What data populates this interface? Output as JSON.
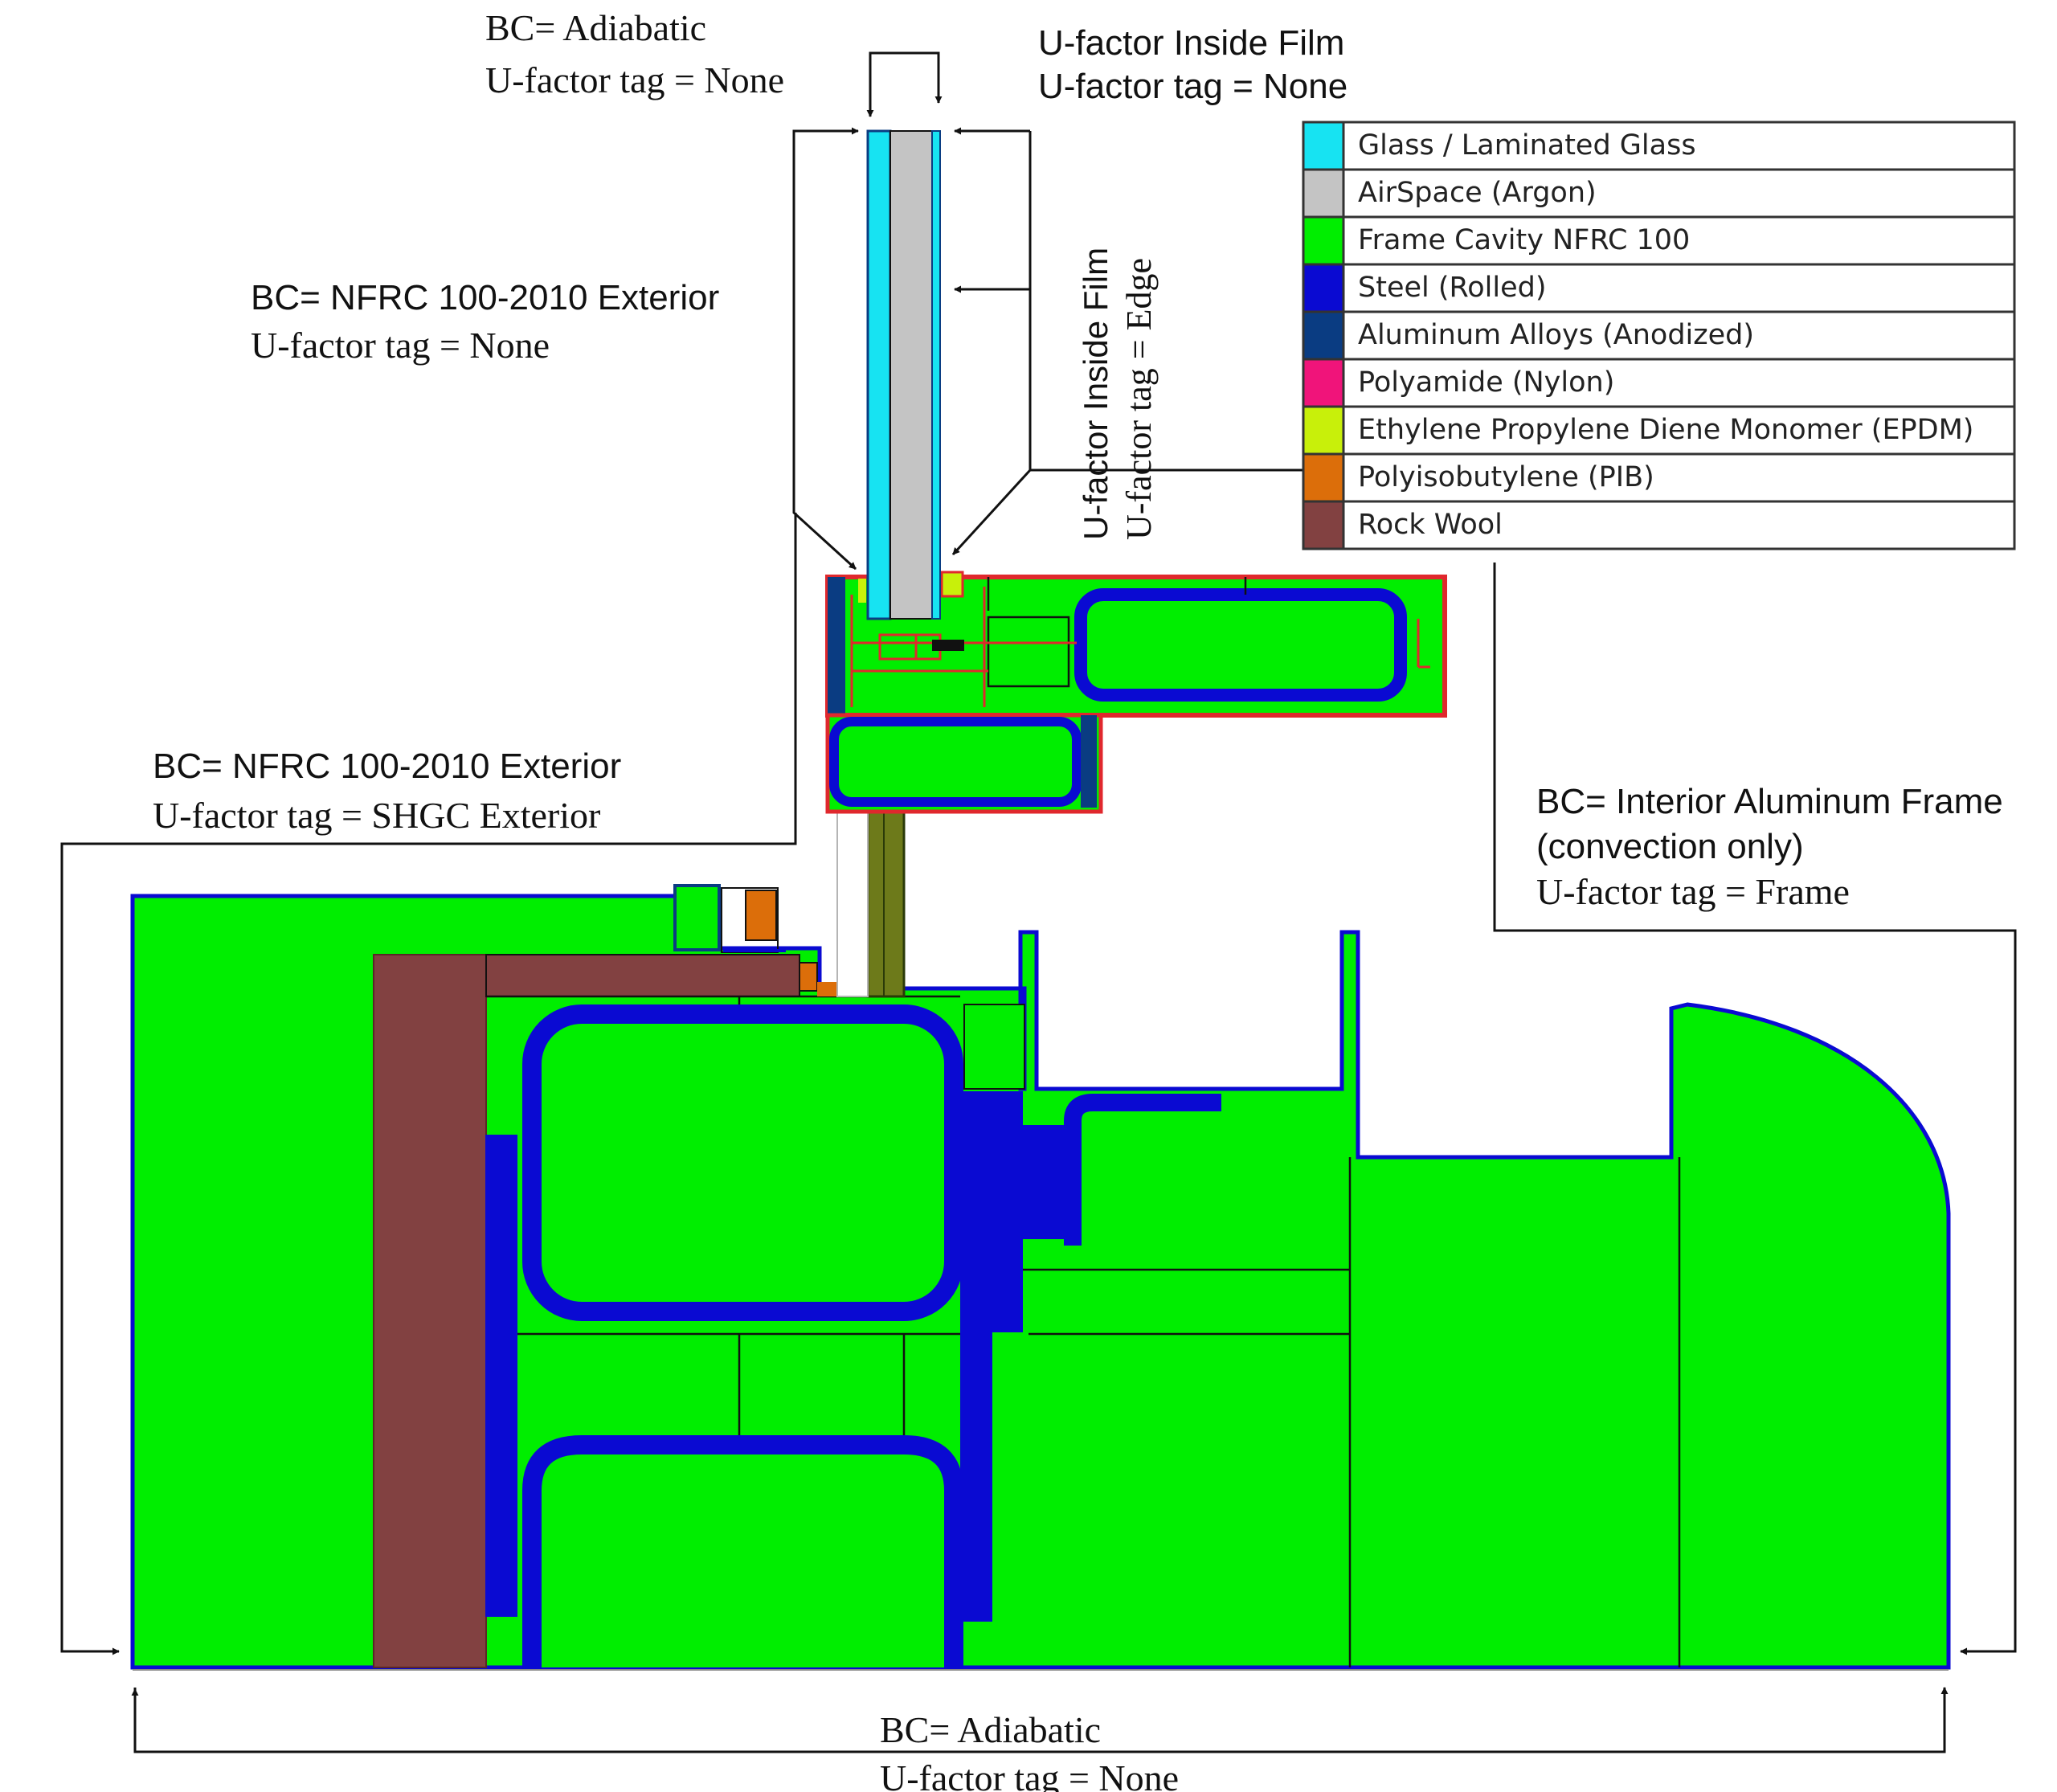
{
  "labels": {
    "top_adiabatic_bc": "BC= Adiabatic",
    "top_adiabatic_tag": "U-factor tag = None",
    "inside_film_top_bc": "U-factor Inside Film",
    "inside_film_top_tag": "U-factor tag = None",
    "exterior_glass_bc": "BC= NFRC 100-2010 Exterior",
    "exterior_glass_tag": "U-factor tag = None",
    "inside_film_edge_bc": "U-factor Inside Film",
    "inside_film_edge_tag": "U-factor tag = Edge",
    "exterior_frame_bc": "BC= NFRC 100-2010 Exterior",
    "exterior_frame_tag": "U-factor tag = SHGC Exterior",
    "interior_frame_bc": "BC= Interior Aluminum Frame",
    "interior_frame_note": "(convection only)",
    "interior_frame_tag": "U-factor tag = Frame",
    "bottom_adiabatic_bc": "BC= Adiabatic",
    "bottom_adiabatic_tag": "U-factor tag = None"
  },
  "legend": [
    {
      "label": "Glass / Laminated Glass",
      "color": "#17e3f2"
    },
    {
      "label": "AirSpace (Argon)",
      "color": "#c4c4c4"
    },
    {
      "label": "Frame Cavity NFRC 100",
      "color": "#00ee00"
    },
    {
      "label": "Steel (Rolled)",
      "color": "#0a0ad2"
    },
    {
      "label": "Aluminum Alloys (Anodized)",
      "color": "#0a3c82"
    },
    {
      "label": "Polyamide (Nylon)",
      "color": "#f0147a"
    },
    {
      "label": "Ethylene Propylene Diene Monomer (EPDM)",
      "color": "#c8f00a"
    },
    {
      "label": "Polyisobutylene (PIB)",
      "color": "#dc6e0a"
    },
    {
      "label": "Rock Wool",
      "color": "#824141"
    }
  ]
}
